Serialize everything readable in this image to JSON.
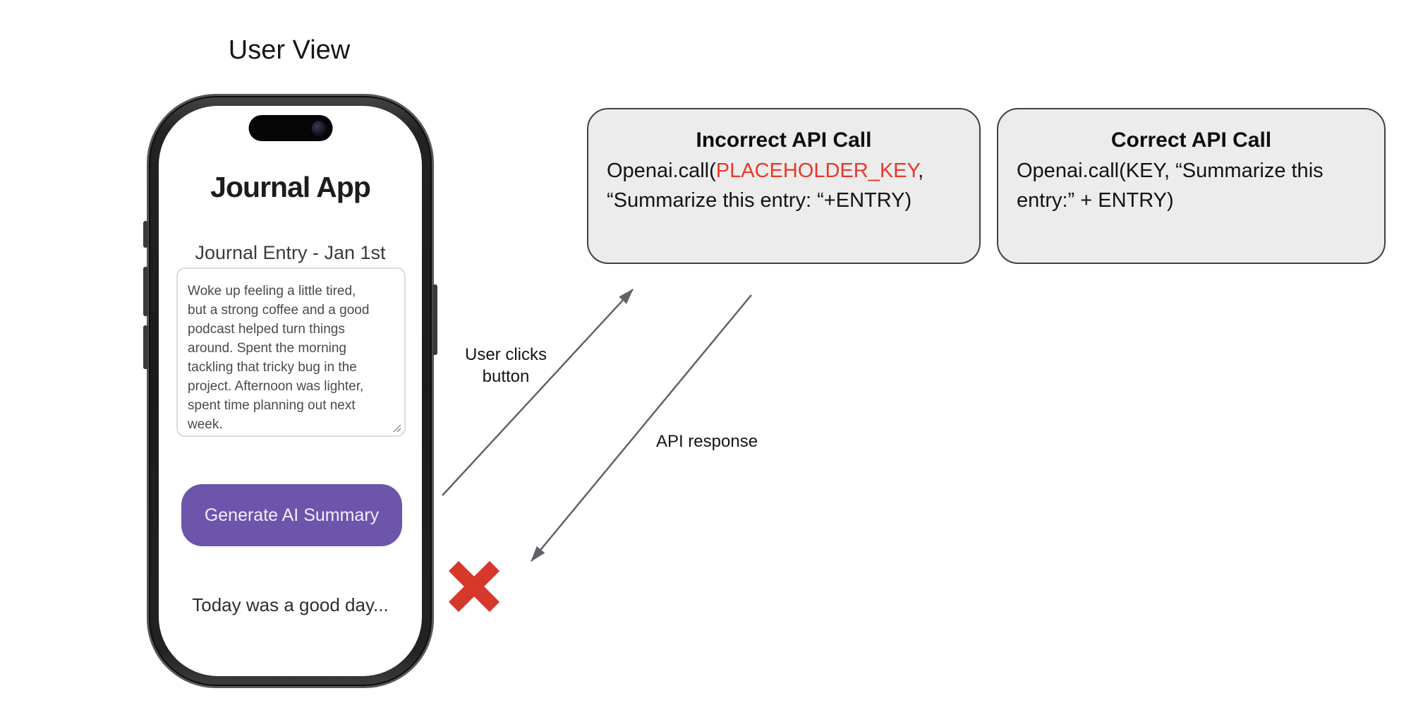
{
  "title": "User View",
  "phone": {
    "app_title": "Journal App",
    "entry_label": "Journal Entry - Jan 1st",
    "entry_text": "Woke up feeling a little tired,\nbut a strong coffee and a good\npodcast helped turn things\naround. Spent the morning\ntackling that tricky bug in the\nproject. Afternoon was lighter,\nspent time planning out next\nweek.",
    "button_label": "Generate AI Summary",
    "summary_preview": "Today was a good day..."
  },
  "diagram": {
    "incorrect_box": {
      "title": "Incorrect API Call",
      "code_prefix": "Openai.call(",
      "code_key": "PLACEHOLDER_KEY",
      "code_after_key": ",",
      "code_line2": "“Summarize this entry: “+ENTRY)"
    },
    "correct_box": {
      "title": "Correct API Call",
      "code_line1": "Openai.call(KEY, “Summarize this",
      "code_line2": "entry:” + ENTRY)"
    },
    "labels": {
      "user_clicks_line1": "User clicks",
      "user_clicks_line2": "button",
      "api_response": "API response"
    }
  },
  "colors": {
    "accent_purple": "#6c55ab",
    "error_red": "#d6382b",
    "code_red": "#e8382a",
    "box_bg": "#ececec",
    "box_border": "#404040",
    "arrow_gray": "#5f6368"
  }
}
